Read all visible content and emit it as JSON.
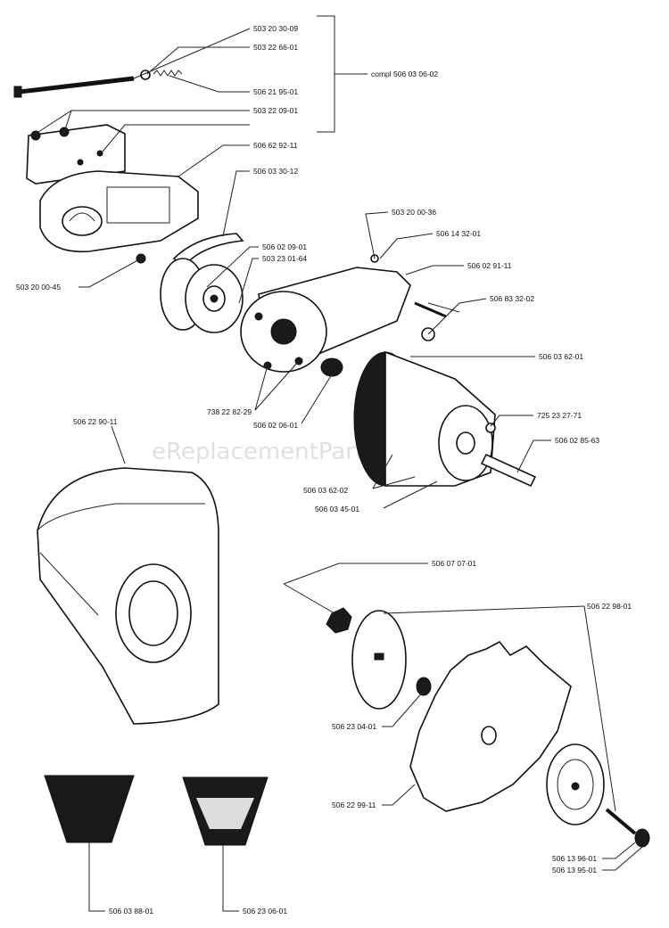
{
  "watermark": "eReplacementParts.com",
  "labels": {
    "p503203009": "503 20 30-09",
    "p503226601": "503 22 66-01",
    "compl": "compl 506 03 06-02",
    "p506219501": "506 21 95-01",
    "p503220901": "503 22 09-01",
    "p506629211": "506 62 92-11",
    "p506033012": "506 03 30-12",
    "p503200036": "503 20 00-36",
    "p506143201": "506 14 32-01",
    "p506020901": "506 02 09-01",
    "p503230164": "503 23 01-64",
    "p506029111": "506 02 91-11",
    "p503200045": "503 20 00-45",
    "p506833202": "506 83 32-02",
    "p506036201": "506 03 62-01",
    "p738228229": "738 22 82-29",
    "p725232771": "725 23 27-71",
    "p506020601": "506 02 06-01",
    "p506028563": "506 02 85-63",
    "p506229011": "506 22 90-11",
    "p506036202": "506 03 62-02",
    "p506034501": "506 03 45-01",
    "p506070701": "506 07 07-01",
    "p506229801": "506 22 98-01",
    "p506230401": "506 23 04-01",
    "p506229911": "506 22 99-11",
    "p506139601": "506 13 96-01",
    "p506139501": "506 13 95-01",
    "p506038801": "506 03 88-01",
    "p506230601": "506 23 06-01"
  }
}
